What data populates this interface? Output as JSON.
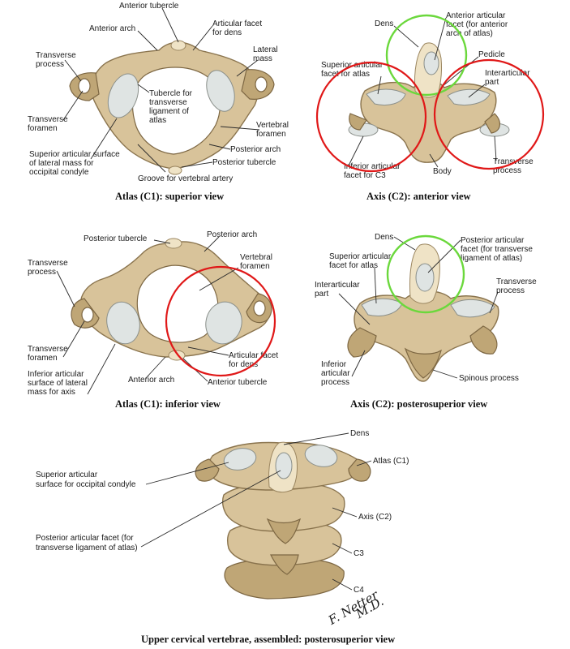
{
  "panels": {
    "atlas_superior": {
      "caption": "Atlas (C1): superior view",
      "labels": {
        "anterior_tubercle": "Anterior tubercle",
        "anterior_arch": "Anterior arch",
        "articular_facet_dens_1": "Articular facet",
        "articular_facet_dens_2": "for dens",
        "lateral_mass_1": "Lateral",
        "lateral_mass_2": "mass",
        "transverse_process_1": "Transverse",
        "transverse_process_2": "process",
        "tubercle_1": "Tubercle for",
        "tubercle_2": "transverse",
        "tubercle_3": "ligament of",
        "tubercle_4": "atlas",
        "transverse_foramen_1": "Transverse",
        "transverse_foramen_2": "foramen",
        "vertebral_foramen_1": "Vertebral",
        "vertebral_foramen_2": "foramen",
        "posterior_arch": "Posterior arch",
        "superior_surface_1": "Superior articular surface",
        "superior_surface_2": "of lateral mass for",
        "superior_surface_3": "occipital condyle",
        "posterior_tubercle": "Posterior tubercle",
        "groove": "Groove for vertebral artery"
      }
    },
    "axis_anterior": {
      "caption": "Axis (C2): anterior view",
      "labels": {
        "dens": "Dens",
        "anterior_facet_1": "Anterior articular",
        "anterior_facet_2": "facet (for anterior",
        "anterior_facet_3": "arch of atlas)",
        "pedicle": "Pedicle",
        "superior_facet_1": "Superior articular",
        "superior_facet_2": "facet for atlas",
        "interarticular_1": "Interarticular",
        "interarticular_2": "part",
        "inferior_facet_1": "Inferior articular",
        "inferior_facet_2": "facet for C3",
        "body": "Body",
        "transverse_process_1": "Transverse",
        "transverse_process_2": "process"
      }
    },
    "atlas_inferior": {
      "caption": "Atlas (C1): inferior view",
      "labels": {
        "posterior_tubercle": "Posterior tubercle",
        "posterior_arch": "Posterior arch",
        "vertebral_foramen_1": "Vertebral",
        "vertebral_foramen_2": "foramen",
        "transverse_process_1": "Transverse",
        "transverse_process_2": "process",
        "transverse_foramen_1": "Transverse",
        "transverse_foramen_2": "foramen",
        "articular_facet_dens_1": "Articular facet",
        "articular_facet_dens_2": "for dens",
        "inferior_surface_1": "Inferior articular",
        "inferior_surface_2": "surface of lateral",
        "inferior_surface_3": "mass for axis",
        "anterior_arch": "Anterior arch",
        "anterior_tubercle": "Anterior tubercle"
      }
    },
    "axis_posterosuperior": {
      "caption": "Axis (C2): posterosuperior view",
      "labels": {
        "dens": "Dens",
        "posterior_facet_1": "Posterior articular",
        "posterior_facet_2": "facet (for transverse",
        "posterior_facet_3": "ligament of atlas)",
        "superior_facet_1": "Superior articular",
        "superior_facet_2": "facet for atlas",
        "interarticular_1": "Interarticular",
        "interarticular_2": "part",
        "transverse_process_1": "Transverse",
        "transverse_process_2": "process",
        "inferior_process_1": "Inferior",
        "inferior_process_2": "articular",
        "inferior_process_3": "process",
        "spinous_process": "Spinous process"
      }
    },
    "assembled": {
      "caption": "Upper cervical vertebrae, assembled: posterosuperior view",
      "labels": {
        "dens": "Dens",
        "atlas": "Atlas (C1)",
        "superior_surface_1": "Superior articular",
        "superior_surface_2": "surface for occipital condyle",
        "axis": "Axis (C2)",
        "posterior_facet_1": "Posterior articular facet (for",
        "posterior_facet_2": "transverse ligament of atlas)",
        "c3": "C3",
        "c4": "C4"
      },
      "signature_1": "F. Netter",
      "signature_2": "M.D."
    }
  },
  "highlight_colors": {
    "red": "#e01818",
    "green": "#6bd83c"
  }
}
